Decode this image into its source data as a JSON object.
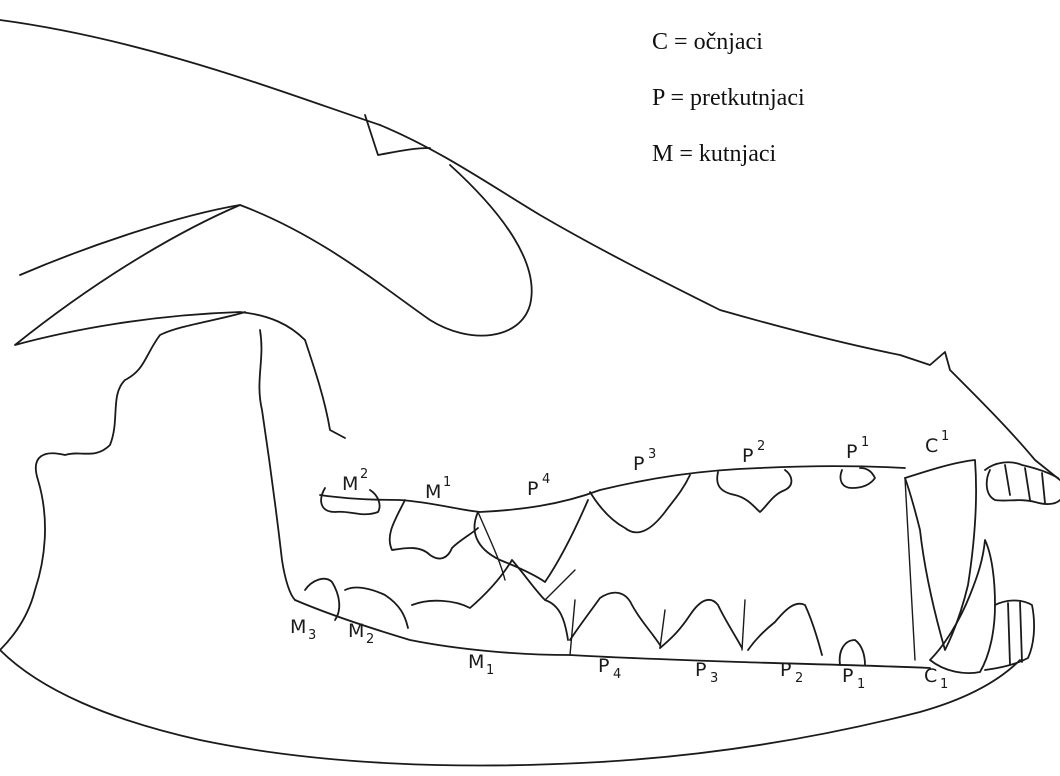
{
  "legend": [
    {
      "code": "C",
      "sep": " = ",
      "meaning": "očnjaci"
    },
    {
      "code": "P",
      "sep": " = ",
      "meaning": "pretkutnjaci"
    },
    {
      "code": "M",
      "sep": " = ",
      "meaning": "kutnjaci"
    }
  ],
  "upper_teeth": [
    {
      "letter": "C",
      "num": "1"
    },
    {
      "letter": "P",
      "num": "1"
    },
    {
      "letter": "P",
      "num": "2"
    },
    {
      "letter": "P",
      "num": "3"
    },
    {
      "letter": "P",
      "num": "4"
    },
    {
      "letter": "M",
      "num": "1"
    },
    {
      "letter": "M",
      "num": "2"
    }
  ],
  "lower_teeth": [
    {
      "letter": "C",
      "num": "1"
    },
    {
      "letter": "P",
      "num": "1"
    },
    {
      "letter": "P",
      "num": "2"
    },
    {
      "letter": "P",
      "num": "3"
    },
    {
      "letter": "P",
      "num": "4"
    },
    {
      "letter": "M",
      "num": "1"
    },
    {
      "letter": "M",
      "num": "2"
    },
    {
      "letter": "M",
      "num": "3"
    }
  ]
}
